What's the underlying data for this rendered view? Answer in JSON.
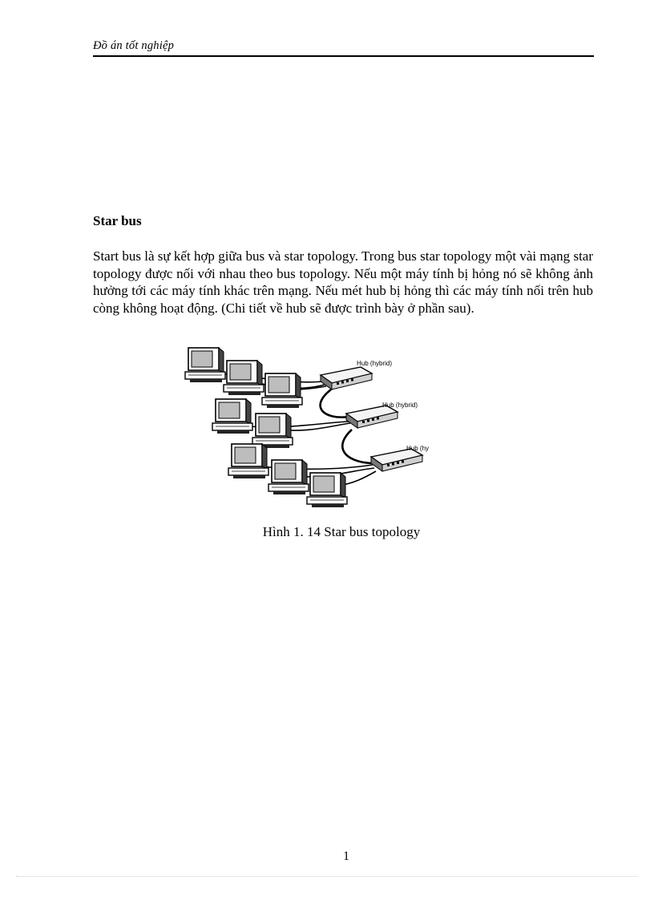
{
  "header": {
    "running_title": "Đồ án tốt nghiệp"
  },
  "section": {
    "heading": "Star bus",
    "paragraph": "Start bus là sự kết hợp giữa bus và star topology. Trong bus star topology một vài mạng star topology được nối với nhau theo bus topology. Nếu một máy tính bị hỏng nó sẽ không ảnh hưởng tới các máy tính khác trên mạng. Nếu mét hub bị hỏng thì các máy tính nối trên hub còng không hoạt động. (Chi tiết về hub sẽ được trình bày ở phần sau)."
  },
  "figure": {
    "hub_labels": [
      "Hub (hybrid)",
      "Hub (hybrid)",
      "Hub (hybrid)"
    ],
    "caption": "Hình 1. 14 Star bus topology"
  },
  "footer": {
    "page_number": "1"
  }
}
